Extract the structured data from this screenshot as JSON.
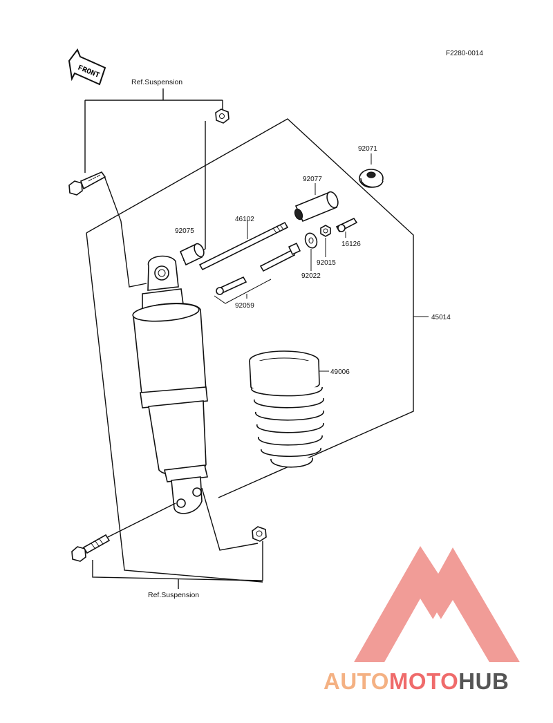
{
  "diagram_code": "F2280-0014",
  "front_label": "FRONT",
  "ref_top": "Ref.Suspension",
  "ref_bottom": "Ref.Suspension",
  "parts": {
    "p92071": "92071",
    "p92077": "92077",
    "p46102": "46102",
    "p92075": "92075",
    "p16126": "16126",
    "p92015": "92015",
    "p92022": "92022",
    "p92059": "92059",
    "p45014": "45014",
    "p49006": "49006"
  },
  "watermark": {
    "part1": "AUTO",
    "part2": "MOTO",
    "part3": "HUB",
    "colors": {
      "auto": "#f4b183",
      "moto": "#ef6b6b",
      "hub": "#555555",
      "logo": "#ef8b86"
    }
  }
}
